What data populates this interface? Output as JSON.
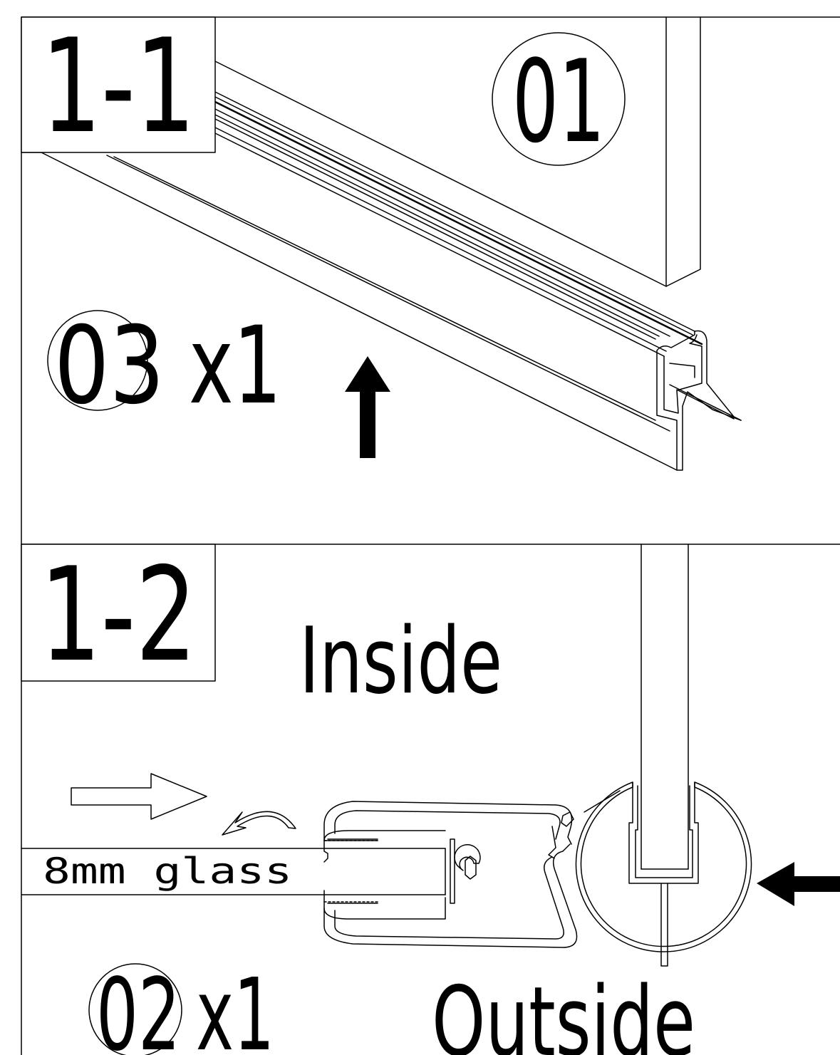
{
  "step1": {
    "number": "1-1",
    "part_id": "01",
    "part_qty_id": "03",
    "part_qty": "x1"
  },
  "step2": {
    "number": "1-2",
    "inside_label": "Inside",
    "outside_label": "Outside",
    "glass_label": "8mm  glass",
    "part_qty_id": "02",
    "part_qty": "x1"
  },
  "colors": {
    "line": "#000000",
    "background": "#ffffff"
  }
}
